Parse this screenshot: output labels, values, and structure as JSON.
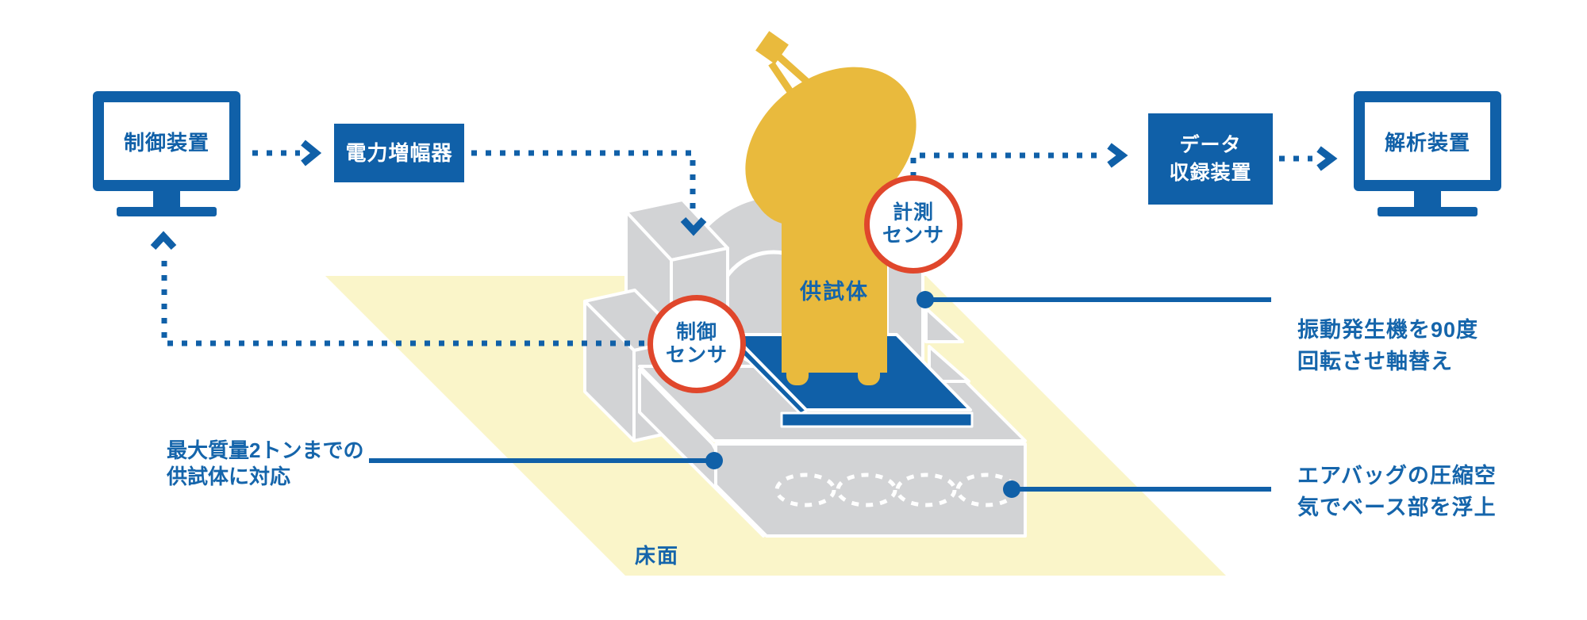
{
  "flow": {
    "control_device": "制御装置",
    "power_amplifier": "電力増幅器",
    "data_recorder_line1": "データ",
    "data_recorder_line2": "収録装置",
    "analysis_device": "解析装置"
  },
  "sensors": {
    "control_sensor_line1": "制御",
    "control_sensor_line2": "センサ",
    "measurement_sensor_line1": "計測",
    "measurement_sensor_line2": "センサ"
  },
  "machine": {
    "specimen_label": "供試体",
    "floor_label": "床面"
  },
  "annotations": {
    "axis_change_line1": "振動発生機を90度",
    "axis_change_line2": "回転させ軸替え",
    "max_mass_line1": "最大質量2トンまでの",
    "max_mass_line2": "供試体に対応",
    "airbag_line1": "エアバッグの圧縮空",
    "airbag_line2": "気でベース部を浮上"
  },
  "colors": {
    "primary_blue": "#1060a8",
    "text_blue": "#1565ab",
    "machine_gray": "#d2d3d5",
    "floor_yellow": "#faf5c9",
    "specimen_yellow": "#e9ba3d",
    "sensor_red": "#e0472c"
  }
}
